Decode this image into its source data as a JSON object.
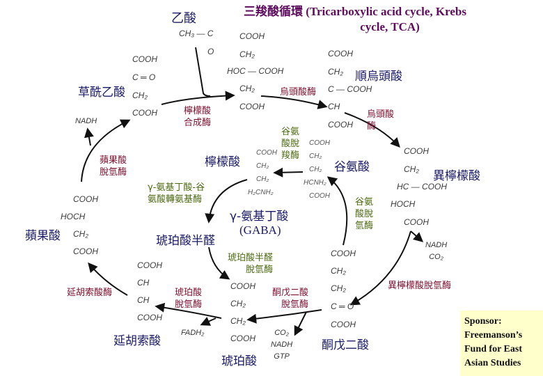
{
  "title": {
    "line1": "三羧酸循環 (Tricarboxylic acid cycle, Krebs",
    "line2": "cycle, TCA)"
  },
  "compounds": {
    "acetate": "乙酸",
    "oxaloacetate": "草酰乙酸",
    "cis_aconitate": "順烏頭酸",
    "isocitrate": "異檸檬酸",
    "citrate": "檸檬酸",
    "glutamate": "谷氨酸",
    "gaba_line1": "γ-氨基丁酸",
    "gaba_line2": "(GABA)",
    "succinic_semialdehyde": "琥珀酸半醛",
    "malate": "蘋果酸",
    "fumarate": "延胡索酸",
    "succinate": "琥珀酸",
    "alpha_ketoglutarate": "酮戊二酸"
  },
  "enzymes": {
    "citrate_synthase": [
      "檸檬酸",
      "合成酶"
    ],
    "aconitase_1": [
      "烏頭酸酶"
    ],
    "aconitase_2": [
      "烏頭酸",
      "酶"
    ],
    "glutamate_decarboxylase": [
      "谷氨",
      "酸脫",
      "羧酶"
    ],
    "gaba_transaminase": [
      "γ-氨基丁酸-谷",
      "氨酸轉氨基酶"
    ],
    "malate_dehydrogenase": [
      "蘋果酸",
      "脫氫酶"
    ],
    "glutamate_dehydrogenase": [
      "谷氨",
      "酸脫",
      "氫酶"
    ],
    "ssa_dehydrogenase": [
      "琥珀酸半醛",
      "脫氫酶"
    ],
    "isocitrate_dehydrogenase": [
      "異檸檬酸脫氫酶"
    ],
    "fumarase": [
      "延胡索酸酶"
    ],
    "succinate_dehydrogenase": [
      "琥珀酸",
      "脫氫酶"
    ],
    "akg_dehydrogenase": [
      "酮戊二酸",
      "脫氫酶"
    ]
  },
  "structures": {
    "acetate": [
      "CH₃ — C",
      "O"
    ],
    "oxaloacetate": [
      "COOH",
      "C ═ O",
      "CH₂",
      "COOH"
    ],
    "citrate": [
      "COOH",
      "CH₂",
      "HOC — COOH",
      "CH₂",
      "COOH"
    ],
    "cis_aconitate": [
      "COOH",
      "CH₂",
      "C — COOH",
      "CH",
      "COOH"
    ],
    "isocitrate": [
      "COOH",
      "CH₂",
      "HC — COOH",
      "HOCH",
      "COOH"
    ],
    "glutamate": [
      "COOH",
      "CH₂",
      "CH₂",
      "HCNH₂",
      "COOH"
    ],
    "gaba": [
      "COOH",
      "CH₂",
      "CH₂",
      "H₂CNH₂"
    ],
    "malate": [
      "COOH",
      "HOCH",
      "CH₂",
      "COOH"
    ],
    "fumarate": [
      "COOH",
      "CH",
      "CH",
      "COOH"
    ],
    "succinate": [
      "COOH",
      "CH₂",
      "CH₂",
      "COOH"
    ],
    "alpha_ketoglutarate": [
      "COOH",
      "CH₂",
      "CH₂",
      "C ═ O",
      "COOH"
    ]
  },
  "cofactors": {
    "malate_nadh": "NADH",
    "isocitrate_products": [
      "NADH",
      "CO₂"
    ],
    "succinate_fadh2": "FADH₂",
    "akg_products": [
      "CO₂",
      "NADH",
      "GTP"
    ]
  },
  "sponsor": [
    "Sponsor:",
    "Freemanson’s",
    "Fund for East",
    "Asian Studies"
  ],
  "colors": {
    "compound_name": "#1a1a66",
    "enzyme_red": "#7a0f2e",
    "enzyme_green": "#4d6a12",
    "title": "#5e0d5e",
    "sponsor_bg": "#ffffcc",
    "arrow": "#111111"
  }
}
